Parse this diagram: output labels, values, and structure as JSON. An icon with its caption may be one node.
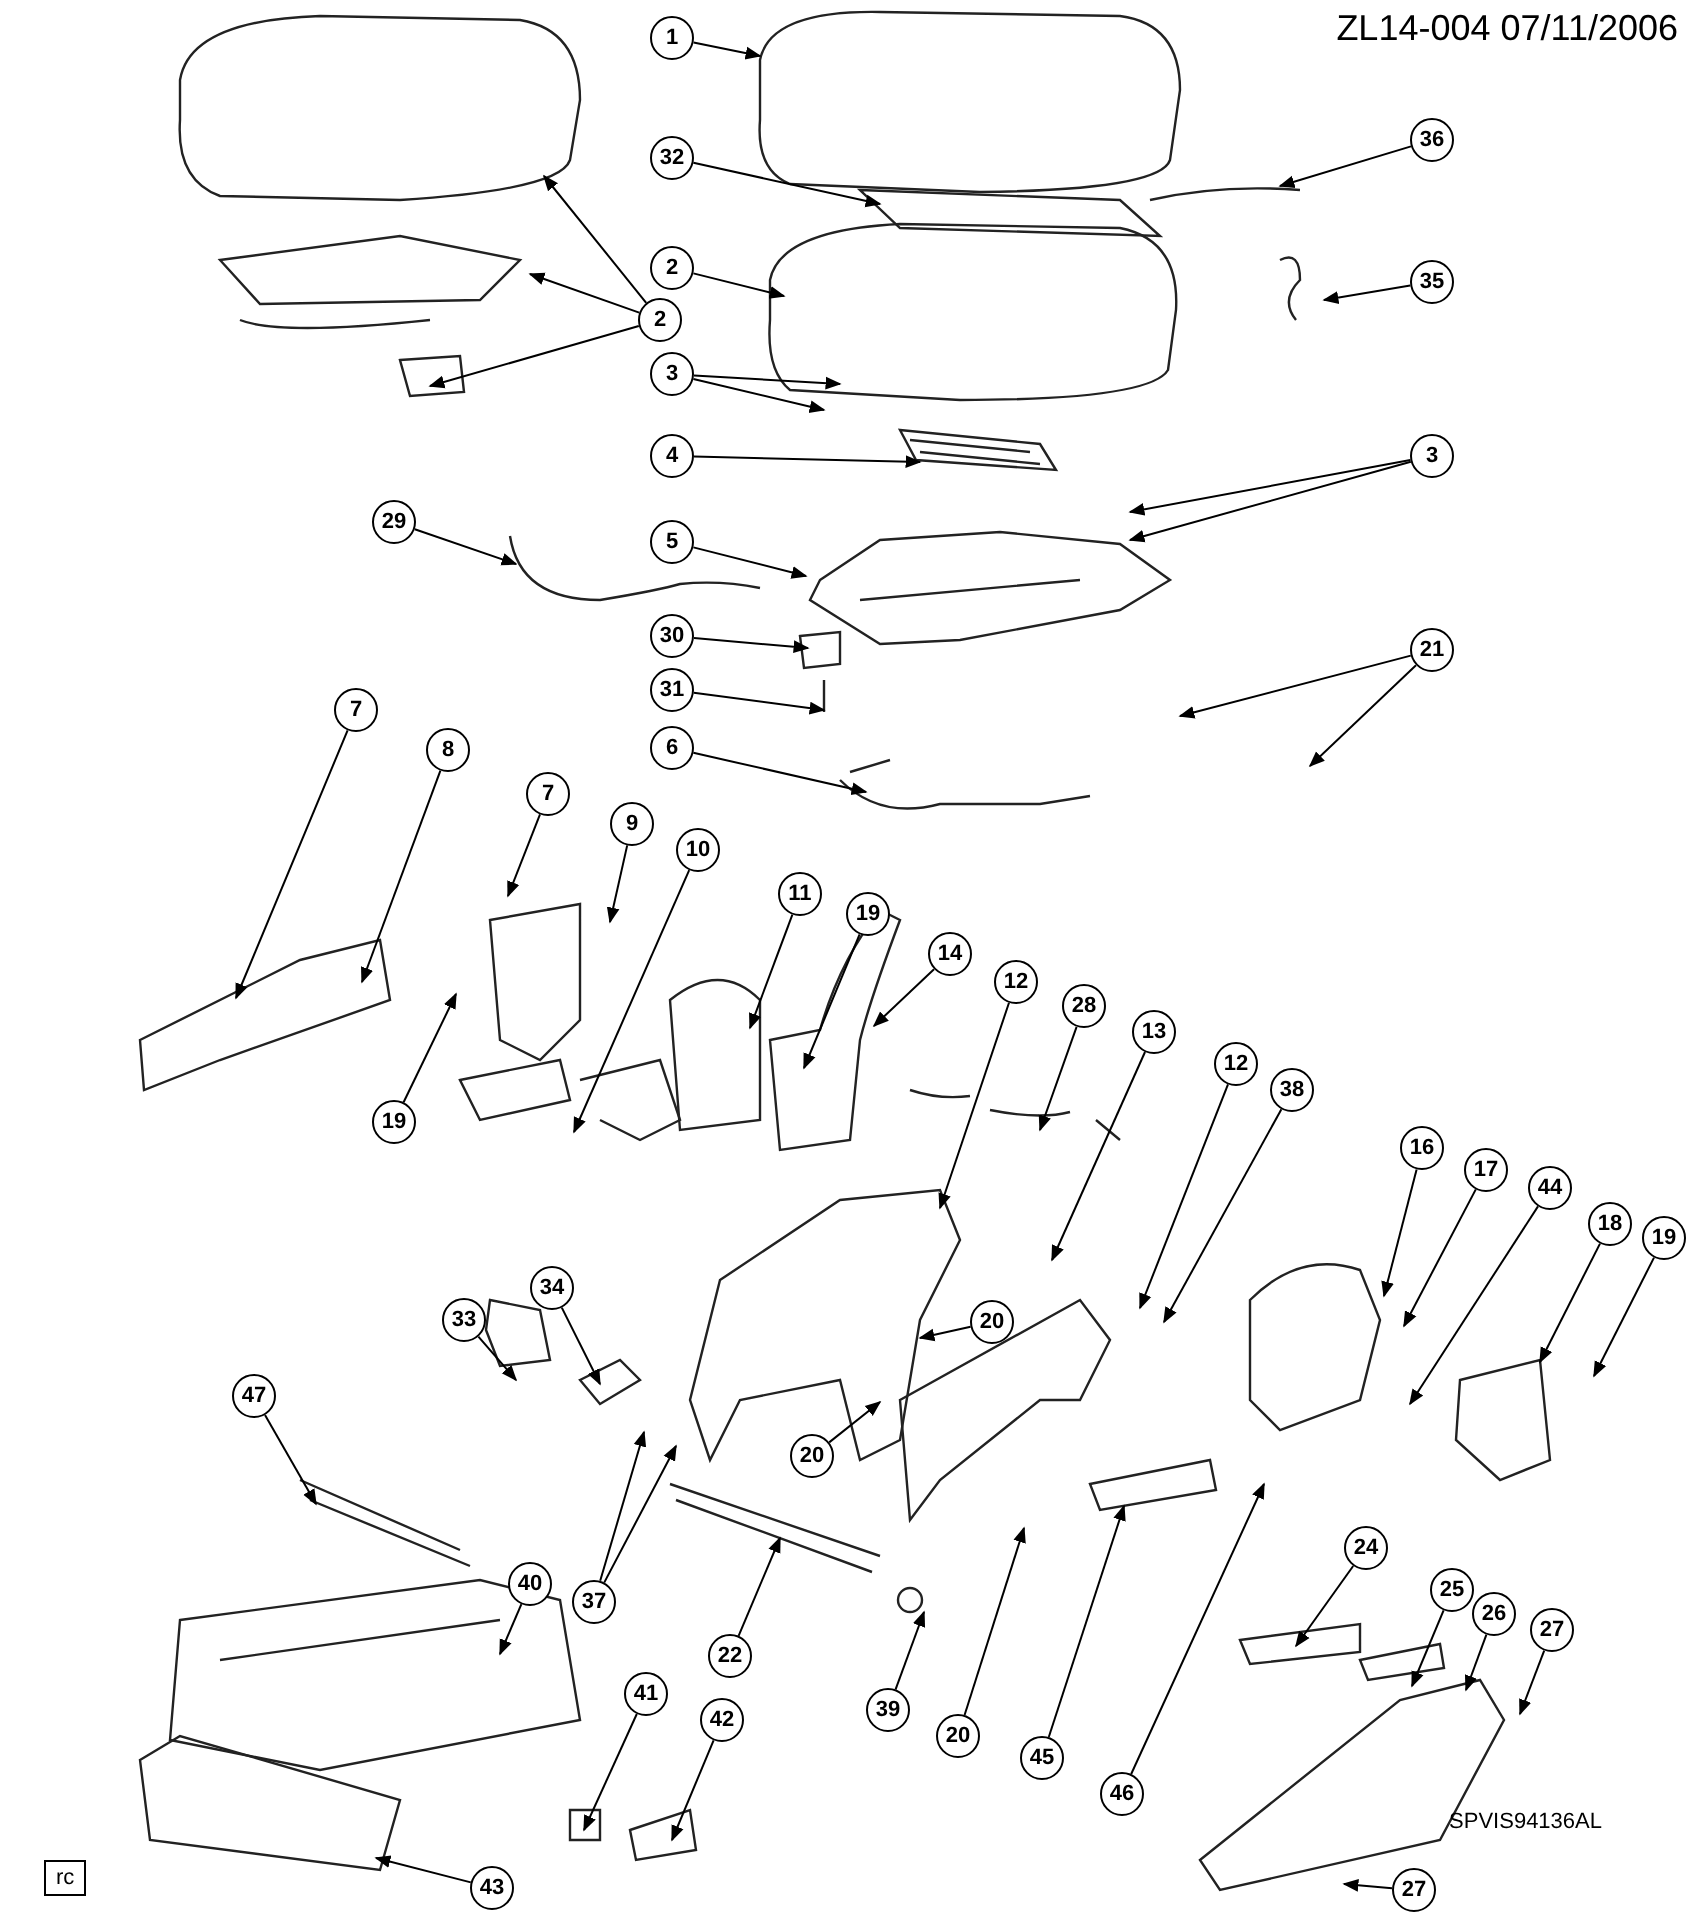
{
  "diagram": {
    "nodes": [
      {
        "text": [
          "1"
        ]
      },
      {
        "text": [
          "32"
        ]
      },
      {
        "text": [
          "36"
        ]
      },
      {
        "text": [
          "2"
        ]
      },
      {
        "text": [
          "2"
        ]
      },
      {
        "text": [
          "35"
        ]
      },
      {
        "text": [
          "3"
        ]
      },
      {
        "text": [
          "4"
        ]
      },
      {
        "text": [
          "3"
        ]
      },
      {
        "text": [
          "29"
        ]
      },
      {
        "text": [
          "5"
        ]
      },
      {
        "text": [
          "30"
        ]
      },
      {
        "text": [
          "21"
        ]
      },
      {
        "text": [
          "31"
        ]
      },
      {
        "text": [
          "6"
        ]
      },
      {
        "text": [
          "7"
        ]
      },
      {
        "text": [
          "8"
        ]
      },
      {
        "text": [
          "7"
        ]
      },
      {
        "text": [
          "9"
        ]
      },
      {
        "text": [
          "10"
        ]
      },
      {
        "text": [
          "11"
        ]
      },
      {
        "text": [
          "19"
        ]
      },
      {
        "text": [
          "14"
        ]
      },
      {
        "text": [
          "12"
        ]
      },
      {
        "text": [
          "28"
        ]
      },
      {
        "text": [
          "13"
        ]
      },
      {
        "text": [
          "12"
        ]
      },
      {
        "text": [
          "38"
        ]
      },
      {
        "text": [
          "19"
        ]
      },
      {
        "text": [
          "16"
        ]
      },
      {
        "text": [
          "17"
        ]
      },
      {
        "text": [
          "44"
        ]
      },
      {
        "text": [
          "18"
        ]
      },
      {
        "text": [
          "19"
        ]
      },
      {
        "text": [
          "34"
        ]
      },
      {
        "text": [
          "33"
        ]
      },
      {
        "text": [
          "20"
        ]
      },
      {
        "text": [
          "47"
        ]
      },
      {
        "text": [
          "20"
        ]
      },
      {
        "text": [
          "37"
        ]
      },
      {
        "text": [
          "24"
        ]
      },
      {
        "text": [
          "40"
        ]
      },
      {
        "text": [
          "25"
        ]
      },
      {
        "text": [
          "26"
        ]
      },
      {
        "text": [
          "27"
        ]
      },
      {
        "text": [
          "22"
        ]
      },
      {
        "text": [
          "41"
        ]
      },
      {
        "text": [
          "39"
        ]
      },
      {
        "text": [
          "42"
        ]
      },
      {
        "text": [
          "20"
        ]
      },
      {
        "text": [
          "45"
        ]
      },
      {
        "text": [
          "46"
        ]
      },
      {
        "text": [
          "43"
        ]
      },
      {
        "text": [
          "27"
        ]
      }
    ],
    "edges": [
      {
        "from": 0,
        "to": null,
        "arrow": "to"
      },
      {
        "from": 1,
        "to": null,
        "arrow": "to"
      },
      {
        "from": 2,
        "to": null,
        "arrow": "to"
      },
      {
        "from": 3,
        "to": null,
        "arrow": "to"
      },
      {
        "from": 4,
        "to": null,
        "arrow": "to"
      },
      {
        "from": 4,
        "to": null,
        "arrow": "to"
      },
      {
        "from": 4,
        "to": null,
        "arrow": "to"
      },
      {
        "from": 5,
        "to": null,
        "arrow": "to"
      },
      {
        "from": 6,
        "to": null,
        "arrow": "to"
      },
      {
        "from": 6,
        "to": null,
        "arrow": "to"
      },
      {
        "from": 7,
        "to": null,
        "arrow": "to"
      },
      {
        "from": 8,
        "to": null,
        "arrow": "to"
      },
      {
        "from": 8,
        "to": null,
        "arrow": "to"
      },
      {
        "from": 9,
        "to": null,
        "arrow": "to"
      },
      {
        "from": 10,
        "to": null,
        "arrow": "to"
      },
      {
        "from": 11,
        "to": null,
        "arrow": "to"
      },
      {
        "from": 12,
        "to": null,
        "arrow": "to"
      },
      {
        "from": 12,
        "to": null,
        "arrow": "to"
      },
      {
        "from": 13,
        "to": null,
        "arrow": "to"
      },
      {
        "from": 14,
        "to": null,
        "arrow": "to"
      },
      {
        "from": 15,
        "to": null,
        "arrow": "to"
      },
      {
        "from": 16,
        "to": null,
        "arrow": "to"
      },
      {
        "from": 17,
        "to": null,
        "arrow": "to"
      },
      {
        "from": 18,
        "to": null,
        "arrow": "to"
      },
      {
        "from": 19,
        "to": null,
        "arrow": "to"
      },
      {
        "from": 20,
        "to": null,
        "arrow": "to"
      },
      {
        "from": 21,
        "to": null,
        "arrow": "to"
      },
      {
        "from": 22,
        "to": null,
        "arrow": "to"
      },
      {
        "from": 23,
        "to": null,
        "arrow": "to"
      },
      {
        "from": 24,
        "to": null,
        "arrow": "to"
      },
      {
        "from": 25,
        "to": null,
        "arrow": "to"
      },
      {
        "from": 26,
        "to": null,
        "arrow": "to"
      },
      {
        "from": 27,
        "to": null,
        "arrow": "to"
      },
      {
        "from": 28,
        "to": null,
        "arrow": "to"
      },
      {
        "from": 29,
        "to": null,
        "arrow": "to"
      },
      {
        "from": 30,
        "to": null,
        "arrow": "to"
      },
      {
        "from": 31,
        "to": null,
        "arrow": "to"
      },
      {
        "from": 32,
        "to": null,
        "arrow": "to"
      },
      {
        "from": 33,
        "to": null,
        "arrow": "to"
      },
      {
        "from": 34,
        "to": null,
        "arrow": "to"
      },
      {
        "from": 35,
        "to": null,
        "arrow": "to"
      },
      {
        "from": 36,
        "to": null,
        "arrow": "to"
      },
      {
        "from": 37,
        "to": null,
        "arrow": "to"
      },
      {
        "from": 38,
        "to": null,
        "arrow": "to"
      },
      {
        "from": 39,
        "to": null,
        "arrow": "to"
      },
      {
        "from": 39,
        "to": null,
        "arrow": "to"
      },
      {
        "from": 40,
        "to": null,
        "arrow": "to"
      },
      {
        "from": 41,
        "to": null,
        "arrow": "to"
      },
      {
        "from": 42,
        "to": null,
        "arrow": "to"
      },
      {
        "from": 43,
        "to": null,
        "arrow": "to"
      },
      {
        "from": 44,
        "to": null,
        "arrow": "to"
      },
      {
        "from": 45,
        "to": null,
        "arrow": "to"
      },
      {
        "from": 46,
        "to": null,
        "arrow": "to"
      },
      {
        "from": 47,
        "to": null,
        "arrow": "to"
      },
      {
        "from": 48,
        "to": null,
        "arrow": "to"
      },
      {
        "from": 49,
        "to": null,
        "arrow": "to"
      },
      {
        "from": 50,
        "to": null,
        "arrow": "to"
      },
      {
        "from": 51,
        "to": null,
        "arrow": "to"
      },
      {
        "from": 52,
        "to": null,
        "arrow": "to"
      },
      {
        "from": 53,
        "to": null,
        "arrow": "to"
      }
    ],
    "labels": [
      "ZL14-004 07/11/2006",
      "rc",
      "SPVIS94136AL"
    ]
  }
}
